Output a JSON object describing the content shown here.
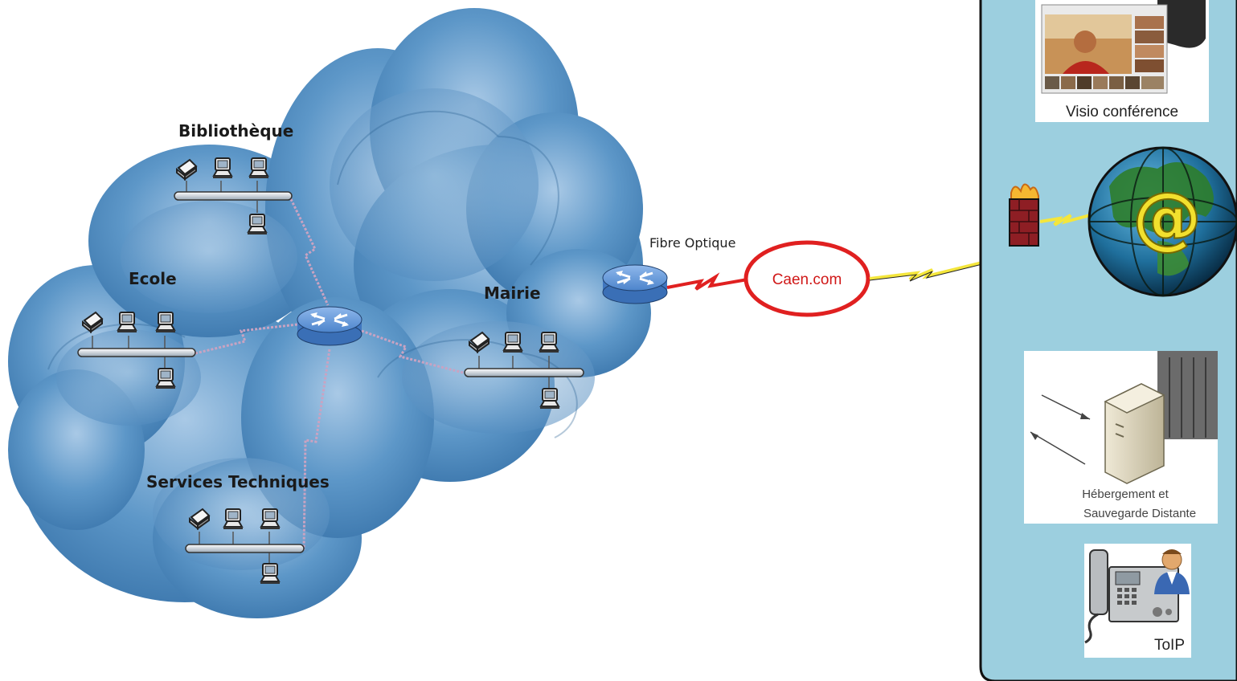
{
  "sites": {
    "bibliotheque": "Bibliothèque",
    "ecole": "Ecole",
    "mairie": "Mairie",
    "services_techniques": "Services Techniques"
  },
  "link": {
    "fibre": "Fibre Optique",
    "isp": "Caen.com"
  },
  "services": {
    "visio": "Visio conférence",
    "hebergement_line1": "Hébergement et",
    "hebergement_line2": "Sauvegarde Distante",
    "toip": "ToIP"
  },
  "colors": {
    "cloud": "#4f8fc4",
    "panel": "#9ccfdf",
    "router": "#5b93d6",
    "isp_ring": "#e02020",
    "link_red": "#e02020",
    "link_yellow": "#f4e63c"
  },
  "icons": {
    "router": "router-icon",
    "computer": "computer-icon",
    "printer": "printer-icon",
    "firewall": "firewall-icon",
    "globe": "globe-at-icon",
    "server": "server-icon",
    "phone": "ip-phone-icon",
    "video": "video-conference-icon"
  }
}
